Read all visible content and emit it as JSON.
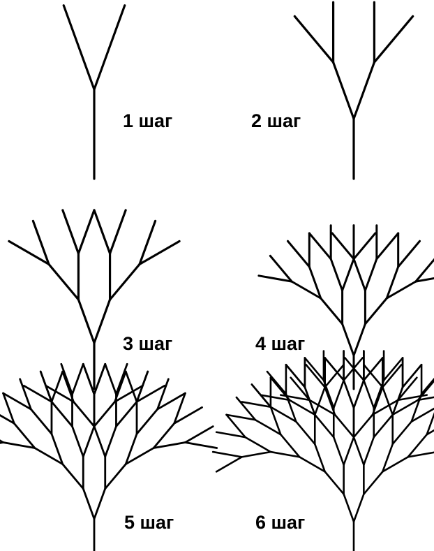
{
  "colors": {
    "line": "#000000",
    "background": "#ffffff"
  },
  "steps": [
    {
      "label": "1 шаг",
      "depth": 1
    },
    {
      "label": "2 шаг",
      "depth": 2
    },
    {
      "label": "3 шаг",
      "depth": 3
    },
    {
      "label": "4 шаг",
      "depth": 4
    },
    {
      "label": "5 шаг",
      "depth": 5
    },
    {
      "label": "6 шаг",
      "depth": 6
    }
  ]
}
